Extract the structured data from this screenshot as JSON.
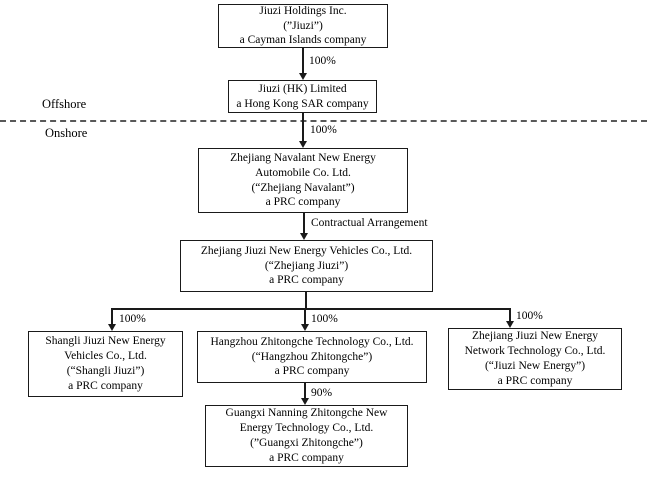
{
  "diagram": {
    "title": "Jiuzi Holdings corporate structure",
    "regions": {
      "offshore_label": "Offshore",
      "onshore_label": "Onshore"
    },
    "nodes": [
      {
        "id": "jiuzi-holdings",
        "lines": [
          "Jiuzi Holdings Inc.",
          "(”Jiuzi”)",
          "a Cayman Islands company"
        ]
      },
      {
        "id": "jiuzi-hk",
        "lines": [
          "Jiuzi (HK) Limited",
          "a Hong Kong SAR company"
        ]
      },
      {
        "id": "zhejiang-navalant",
        "lines": [
          "Zhejiang Navalant New Energy",
          "Automobile Co. Ltd.",
          "(“Zhejiang Navalant”)",
          "a PRC company"
        ]
      },
      {
        "id": "zhejiang-jiuzi",
        "lines": [
          "Zhejiang Jiuzi New Energy Vehicles Co., Ltd.",
          "(“Zhejiang Jiuzi”)",
          "a PRC company"
        ]
      },
      {
        "id": "shangli-jiuzi",
        "lines": [
          "Shangli Jiuzi New Energy",
          "Vehicles Co., Ltd.",
          "(“Shangli Jiuzi”)",
          "a PRC company"
        ]
      },
      {
        "id": "hangzhou-zhitongche",
        "lines": [
          "Hangzhou Zhitongche Technology Co., Ltd.",
          "(“Hangzhou Zhitongche”)",
          "a PRC company"
        ]
      },
      {
        "id": "jiuzi-new-energy",
        "lines": [
          "Zhejiang Jiuzi New Energy",
          "Network Technology Co., Ltd.",
          "(“Jiuzi New Energy”)",
          "a PRC company"
        ]
      },
      {
        "id": "guangxi-zhitongche",
        "lines": [
          "Guangxi Nanning Zhitongche New",
          "Energy Technology Co., Ltd.",
          "(”Guangxi Zhitongche”)",
          "a PRC company"
        ]
      }
    ],
    "edges": [
      {
        "from": "jiuzi-holdings",
        "to": "jiuzi-hk",
        "label": "100%"
      },
      {
        "from": "jiuzi-hk",
        "to": "zhejiang-navalant",
        "label": "100%"
      },
      {
        "from": "zhejiang-navalant",
        "to": "zhejiang-jiuzi",
        "label": "Contractual Arrangement"
      },
      {
        "from": "zhejiang-jiuzi",
        "to": "shangli-jiuzi",
        "label": "100%"
      },
      {
        "from": "zhejiang-jiuzi",
        "to": "hangzhou-zhitongche",
        "label": "100%"
      },
      {
        "from": "zhejiang-jiuzi",
        "to": "jiuzi-new-energy",
        "label": "100%"
      },
      {
        "from": "hangzhou-zhitongche",
        "to": "guangxi-zhitongche",
        "label": "90%"
      }
    ],
    "colors": {
      "background": "#ffffff",
      "box_border": "#1a1a1a",
      "text": "#000000",
      "connector": "#1a1a1a",
      "divider": "#595959"
    }
  }
}
